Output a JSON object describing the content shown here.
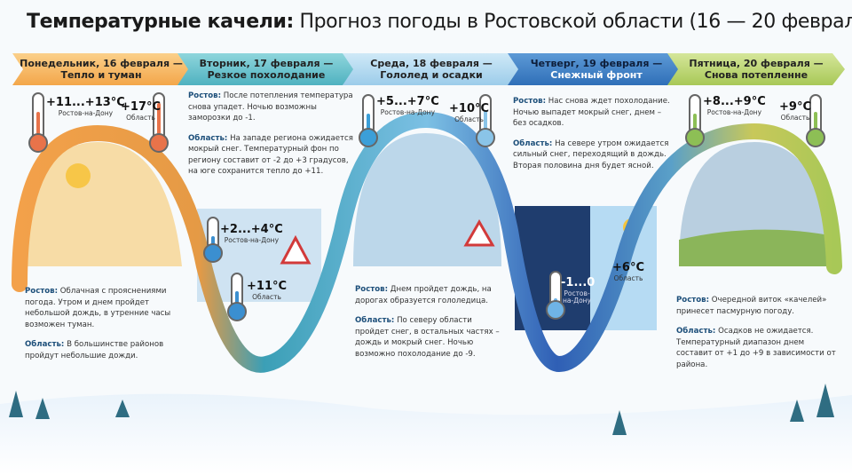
{
  "title": {
    "bold": "Температурные качели:",
    "rest": " Прогноз погоды в Ростовской области (16 — 20 февраля)"
  },
  "days": [
    {
      "header1": "Понедельник, 16 февраля —",
      "header2": "Тепло и туман",
      "color": "#f6b25a",
      "rostov_temp": "+11...+13°C",
      "rostov_label": "Ростов-на-Дону",
      "region_temp": "+17°C",
      "region_label": "Область",
      "rostov_label_text": "Ростов:",
      "rostov_text": " Облачная с прояснениями погода. Утром и днем пройдет небольшой дождь, в утренние часы возможен туман.",
      "region_label_text": "Область:",
      "region_text": " В большинстве районов пройдут небольшие дожди."
    },
    {
      "header1": "Вторник, 17 февраля —",
      "header2": "Резкое похолодание",
      "color": "#5bbfc9",
      "rostov_temp": "+2...+4°C",
      "rostov_label": "Ростов-на-Дону",
      "region_temp": "+11°C",
      "region_label": "Область",
      "rostov_label_text": "Ростов:",
      "rostov_text": " После потепления температура снова упадет. Ночью возможны заморозки до -1.",
      "region_label_text": "Область:",
      "region_text": " На западе региона ожидается мокрый снег. Температурный фон по региону составит от -2 до +3 градусов, на юге сохранится тепло до +11."
    },
    {
      "header1": "Среда, 18 февраля —",
      "header2": "Гололед и осадки",
      "color": "#a9d6ef",
      "rostov_temp": "+5...+7°C",
      "rostov_label": "Ростов-на-Дону",
      "region_temp": "+10°C",
      "region_label": "Область",
      "rostov_label_text": "Ростов:",
      "rostov_text": " Днем пройдет дождь, на дорогах образуется гололедица.",
      "region_label_text": "Область:",
      "region_text": " По северу области пройдет снег, в остальных частях – дождь и мокрый снег. Ночью возможно похолодание до -9."
    },
    {
      "header1": "Четверг, 19 февраля —",
      "header2": "Снежный фронт",
      "color": "#3a7cc4",
      "rostov_temp": "-1...0",
      "rostov_label": "Ростов-на-Дону",
      "region_temp": "+6°C",
      "region_label": "Область",
      "rostov_label_text": "Ростов:",
      "rostov_text": " Нас снова ждет похолодание. Ночью выпадет мокрый снег, днем – без осадков.",
      "region_label_text": "Область:",
      "region_text": " На севере утром ожидается сильный снег, переходящий в дождь. Вторая половина дня будет ясной."
    },
    {
      "header1": "Пятница, 20 февраля —",
      "header2": "Снова потепленне",
      "color": "#b9d36a",
      "rostov_temp": "+8...+9°C",
      "rostov_label": "Ростов-на-Дону",
      "region_temp": "+9°C",
      "region_label": "Область",
      "rostov_label_text": "Ростов:",
      "rostov_text": " Очередной виток «качелей» принесет пасмурную погоду.",
      "region_label_text": "Область:",
      "region_text": " Осадков не ожидается. Температурный диапазон днем составит от +1 до +9 в зависимости от района."
    }
  ]
}
